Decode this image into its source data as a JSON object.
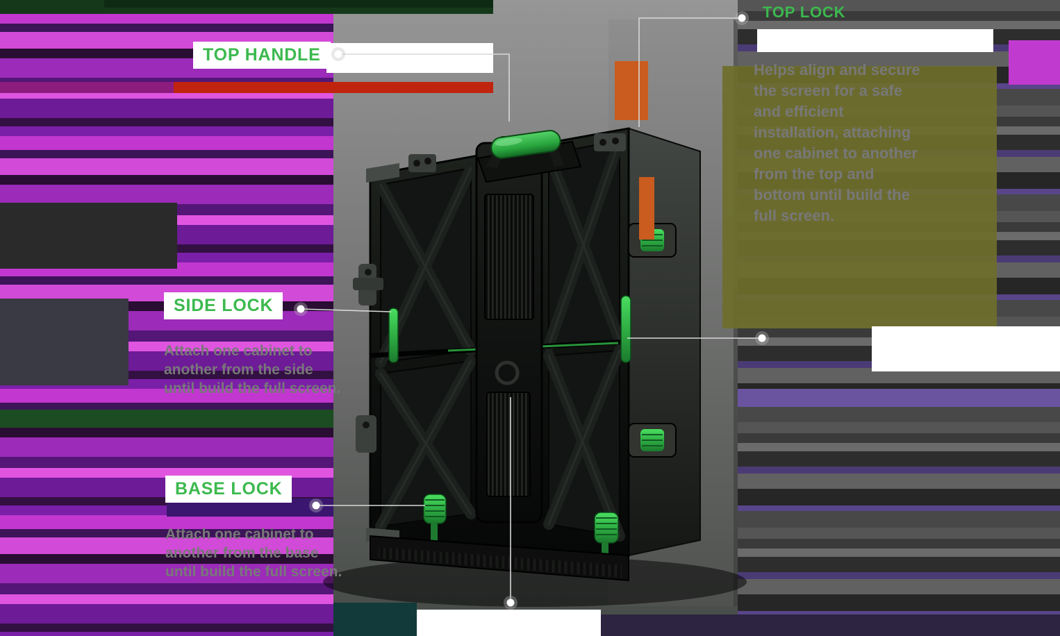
{
  "colors": {
    "accent_green": "#3cb94e",
    "body_text": "#787878",
    "line": "#d8d8d8"
  },
  "callouts": {
    "top_handle": {
      "title": "TOP HANDLE"
    },
    "top_lock": {
      "title": "TOP LOCK",
      "body": "Helps align and secure the screen for a safe and efficient installation, attaching one cabinet to another from the top and bottom until build the full screen."
    },
    "side_lock": {
      "title": "SIDE LOCK",
      "body": "Attach one cabinet to another from the side until build the full screen."
    },
    "base_lock": {
      "title": "BASE LOCK",
      "body": "Attach one cabinet to another from the base until build the full screen."
    }
  }
}
